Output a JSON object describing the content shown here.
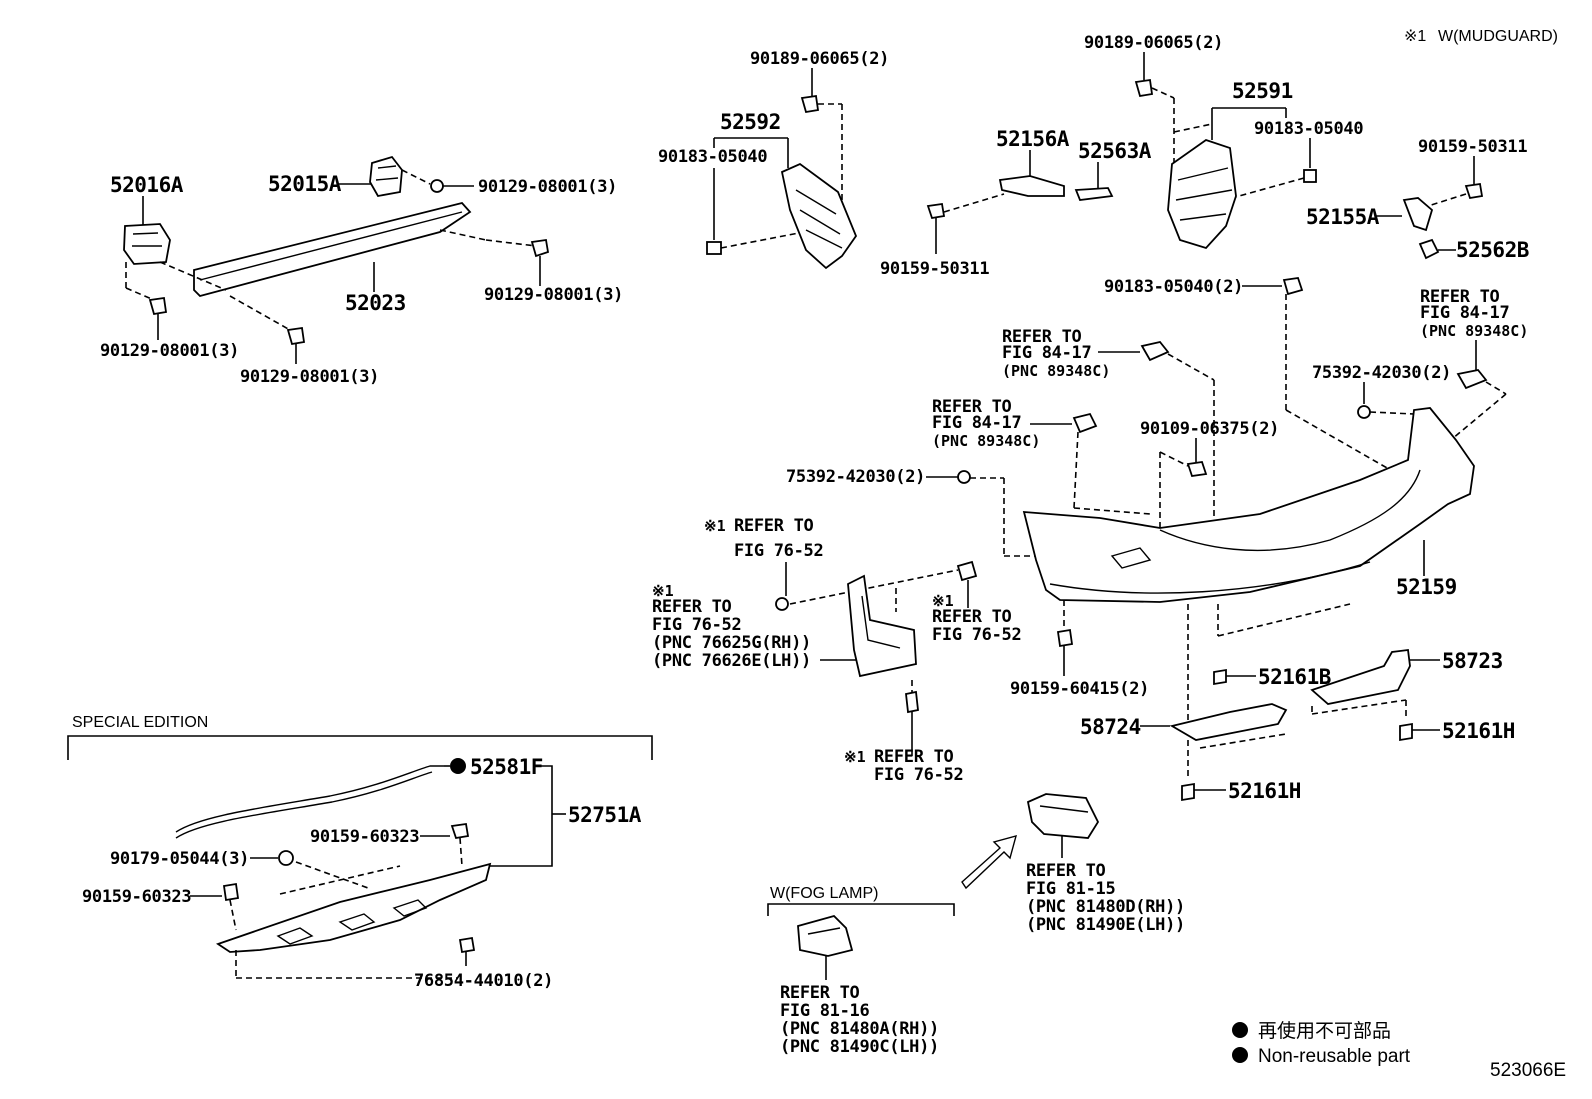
{
  "legend_top": {
    "mark": "※1",
    "text": "W(MUDGUARD)"
  },
  "parts": {
    "p52016A": "52016A",
    "p52015A": "52015A",
    "p90129_a": "90129-08001(3)",
    "p90129_b": "90129-08001(3)",
    "p90129_c": "90129-08001(3)",
    "p90129_d": "90129-08001(3)",
    "p52023": "52023",
    "p90189_a": "90189-06065(2)",
    "p52592": "52592",
    "p90183_a": "90183-05040",
    "p90189_b": "90189-06065(2)",
    "p52591": "52591",
    "p90183_b": "90183-05040",
    "p52156A": "52156A",
    "p52563A": "52563A",
    "p90159_a": "90159-50311",
    "p90159_b": "90159-50311",
    "p52155A": "52155A",
    "p52562B": "52562B",
    "p90183_c": "90183-05040(2)",
    "p75392_a": "75392-42030(2)",
    "p75392_b": "75392-42030(2)",
    "p90109": "90109-06375(2)",
    "p52159": "52159",
    "p90159_c": "90159-60415(2)",
    "p52161B": "52161B",
    "p58723": "58723",
    "p58724": "58724",
    "p52161H_a": "52161H",
    "p52161H_b": "52161H",
    "p52581F": "52581F",
    "p52751A": "52751A",
    "p90159_d": "90159-60323",
    "p90179": "90179-05044(3)",
    "p90159_e": "90159-60323",
    "p76854": "76854-44010(2)"
  },
  "refs": {
    "r1": [
      "REFER TO",
      "FIG 84-17",
      "(PNC 89348C)"
    ],
    "r2": [
      "REFER TO",
      "FIG 84-17",
      "(PNC 89348C)"
    ],
    "r3": [
      "REFER TO",
      "FIG 84-17",
      "(PNC 89348C)"
    ],
    "r4": [
      "※1",
      "REFER TO",
      "FIG 76-52"
    ],
    "r5": [
      "※1",
      "REFER TO",
      "FIG 76-52",
      "(PNC 76625G(RH))",
      "(PNC 76626E(LH))"
    ],
    "r6": [
      "※1",
      "REFER TO",
      "FIG 76-52"
    ],
    "r7": [
      "※1",
      "REFER TO",
      "FIG 76-52"
    ],
    "r8": [
      "REFER TO",
      "FIG 81-15",
      "(PNC 81480D(RH))",
      "(PNC 81490E(LH))"
    ],
    "r9": [
      "REFER TO",
      "FIG 81-16",
      "(PNC 81480A(RH))",
      "(PNC 81490C(LH))"
    ]
  },
  "sections": {
    "special_edition": "SPECIAL EDITION",
    "fog_lamp": "W(FOG LAMP)"
  },
  "legend_bottom": {
    "jp": "再使用不可部品",
    "en": "Non-reusable part"
  },
  "figure_id": "523066E"
}
